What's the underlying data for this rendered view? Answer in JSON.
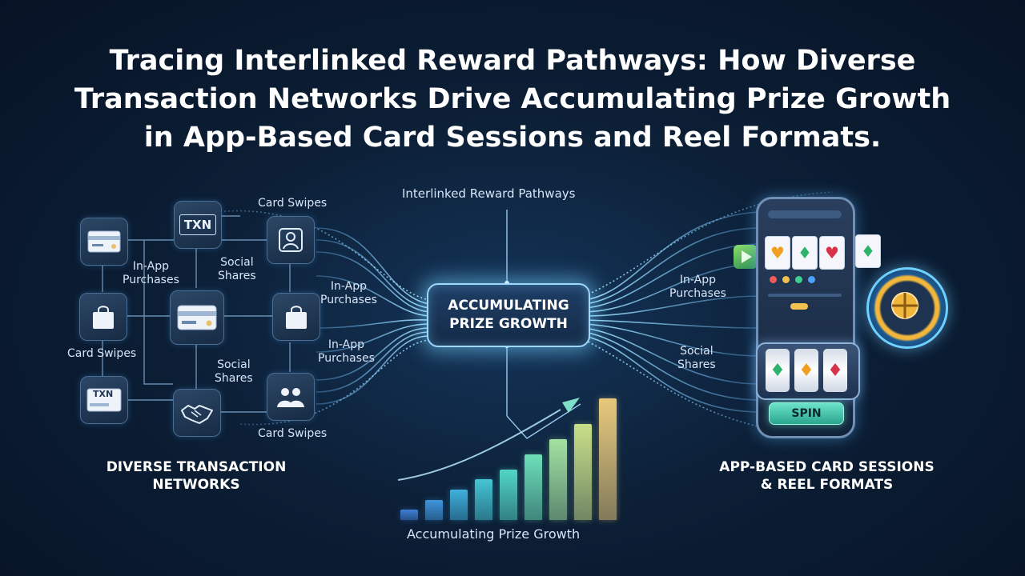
{
  "title": {
    "line1": "Tracing Interlinked Reward Pathways: How Diverse",
    "line2": "Transaction Networks Drive Accumulating Prize Growth",
    "line3": "in App-Based Card Sessions and Reel Formats."
  },
  "center": {
    "pathways_label": "Interlinked Reward Pathways",
    "hub_line1": "ACCUMULATING",
    "hub_line2": "PRIZE GROWTH",
    "chart_label": "Accumulating Prize Growth"
  },
  "left": {
    "section_line1": "DIVERSE TRANSACTION",
    "section_line2": "NETWORKS",
    "txn_text": "TXN",
    "labels": {
      "card_swipes_top": "Card Swipes",
      "in_app_purchases_a_1": "In-App",
      "in_app_purchases_a_2": "Purchases",
      "social_shares_a_1": "Social",
      "social_shares_a_2": "Shares",
      "in_app_purchases_b_1": "In-App",
      "in_app_purchases_b_2": "Purchases",
      "card_swipes_mid": "Card Swipes",
      "in_app_purchases_c_1": "In-App",
      "in_app_purchases_c_2": "Purchases",
      "social_shares_b_1": "Social",
      "social_shares_b_2": "Shares",
      "card_swipes_bottom": "Card Swipes"
    }
  },
  "right": {
    "section_line1": "APP-BASED CARD SESSIONS",
    "section_line2": "& REEL FORMATS",
    "in_app_1": "In-App",
    "in_app_2": "Purchases",
    "social_1": "Social",
    "social_2": "Shares",
    "spin_label": "SPIN"
  },
  "colors": {
    "glow": "#7fd6ff",
    "accent_teal": "#5ee3c8",
    "accent_gold": "#f1b63c"
  },
  "growth_bars": [
    {
      "value": 1,
      "color": "#3f7fd6"
    },
    {
      "value": 2,
      "color": "#3f95dc"
    },
    {
      "value": 3,
      "color": "#3fb0dc"
    },
    {
      "value": 4,
      "color": "#45c5d4"
    },
    {
      "value": 5,
      "color": "#52d6c6"
    },
    {
      "value": 6.5,
      "color": "#6ddfb8"
    },
    {
      "value": 8,
      "color": "#a3e3a1"
    },
    {
      "value": 9.5,
      "color": "#c9e089"
    },
    {
      "value": 12,
      "color": "#e8c97a"
    }
  ]
}
